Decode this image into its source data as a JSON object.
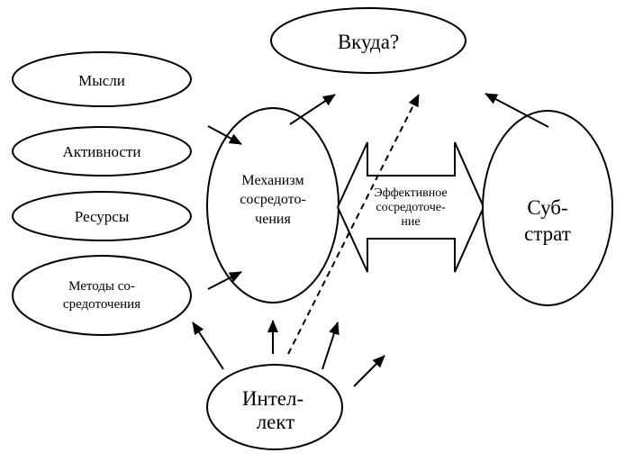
{
  "diagram": {
    "nodes": {
      "where": {
        "lines": [
          "Вкуда?"
        ]
      },
      "thoughts": {
        "lines": [
          "Мысли"
        ]
      },
      "activities": {
        "lines": [
          "Активности"
        ]
      },
      "resources": {
        "lines": [
          "Ресурсы"
        ]
      },
      "methods": {
        "lines": [
          "Методы со-",
          "средоточения"
        ]
      },
      "mechanism": {
        "lines": [
          "Механизм",
          "сосредото-",
          "чения"
        ]
      },
      "effective": {
        "lines": [
          "Эффективное",
          "сосредоточе-",
          "ние"
        ]
      },
      "substrate": {
        "lines": [
          "Суб-",
          "страт"
        ]
      },
      "intellect": {
        "lines": [
          "Интел-",
          "лект"
        ]
      }
    },
    "edges": [
      {
        "from": "activities",
        "to": "mechanism",
        "style": "solid"
      },
      {
        "from": "methods",
        "to": "mechanism",
        "style": "solid"
      },
      {
        "from": "mechanism",
        "to": "where",
        "style": "solid"
      },
      {
        "from": "intellect",
        "to": "where",
        "style": "dashed"
      },
      {
        "from": "substrate",
        "to": "where",
        "style": "solid"
      },
      {
        "from": "intellect",
        "to": "methods",
        "style": "solid"
      },
      {
        "from": "intellect",
        "to": "mechanism",
        "style": "solid"
      },
      {
        "from": "intellect",
        "to": "effective",
        "style": "solid"
      },
      {
        "from": "intellect",
        "to": "open-right",
        "style": "solid"
      },
      {
        "from": "mechanism",
        "to": "substrate",
        "style": "double-arrow"
      }
    ]
  }
}
